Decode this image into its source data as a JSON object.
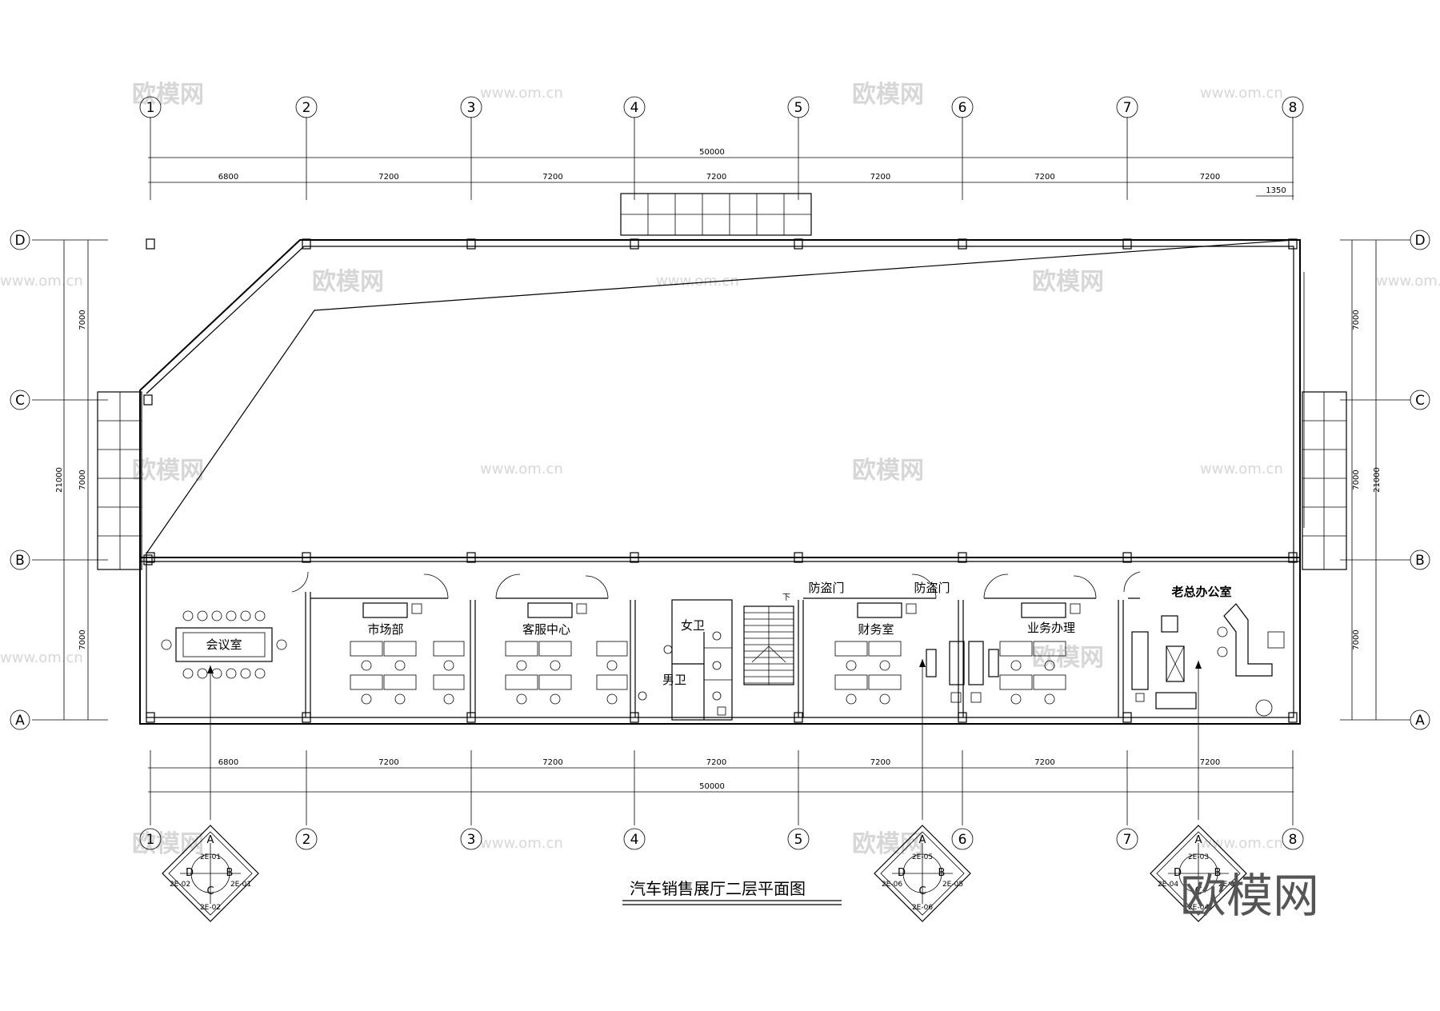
{
  "drawing_title": "汽车销售展厅二层平面图",
  "watermark": {
    "brand": "欧模网",
    "url": "www.om.cn",
    "corner": "欧模网"
  },
  "grid_columns": [
    "1",
    "2",
    "3",
    "4",
    "5",
    "6",
    "7",
    "8"
  ],
  "grid_rows": [
    "D",
    "C",
    "B",
    "A"
  ],
  "dimensions": {
    "total_length": "50000",
    "spans": [
      "6800",
      "7200",
      "7200",
      "7200",
      "7200",
      "7200",
      "7200"
    ],
    "offset": "1350",
    "total_width": "21000",
    "bays": [
      "7000",
      "7000",
      "7000"
    ]
  },
  "rooms": {
    "meeting": "会议室",
    "marketing": "市场部",
    "service": "客服中心",
    "women_wc": "女卫",
    "men_wc": "男卫",
    "finance": "财务室",
    "business": "业务办理",
    "ceo": "老总办公室",
    "security_door_1": "防盗门",
    "security_door_2": "防盗门",
    "stair_down": "下"
  },
  "elevation_keys": [
    {
      "a": "A",
      "b": "B",
      "c": "C",
      "d": "D",
      "n": "2E-01",
      "e": "2E-01",
      "s": "2E-02",
      "w": "2E-02"
    },
    {
      "a": "A",
      "b": "B",
      "c": "C",
      "d": "D",
      "n": "2E-05",
      "e": "2E-05",
      "s": "2E-06",
      "w": "2E-06"
    },
    {
      "a": "A",
      "b": "B",
      "c": "C",
      "d": "D",
      "n": "2E-03",
      "e": "2E-03",
      "s": "2E-04",
      "w": "2E-04"
    }
  ]
}
